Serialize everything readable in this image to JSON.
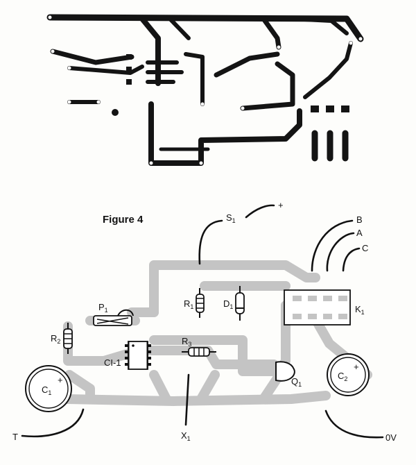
{
  "figure": {
    "caption": "Figure 4"
  },
  "labels": {
    "s1": "S",
    "s1_sub": "1",
    "plus_s1": "+",
    "b": "B",
    "a": "A",
    "c": "C",
    "k1": "K",
    "k1_sub": "1",
    "d1": "D",
    "d1_sub": "1",
    "r1": "R",
    "r1_sub": "1",
    "p1": "P",
    "p1_sub": "1",
    "r2": "R",
    "r2_sub": "2",
    "r3": "R",
    "r3_sub": "3",
    "ci1": "CI-1",
    "c1": "C",
    "c1_sub": "1",
    "c1_plus": "+",
    "c2": "C",
    "c2_sub": "2",
    "c2_plus": "+",
    "q1": "Q",
    "q1_sub": "1",
    "x1": "X",
    "x1_sub": "1",
    "t": "T",
    "zero_v": "0V"
  },
  "colors": {
    "copper": "#141414",
    "trace_overlay": "#c4c4c4",
    "ink": "#111111",
    "paper": "#fdfdfb"
  }
}
